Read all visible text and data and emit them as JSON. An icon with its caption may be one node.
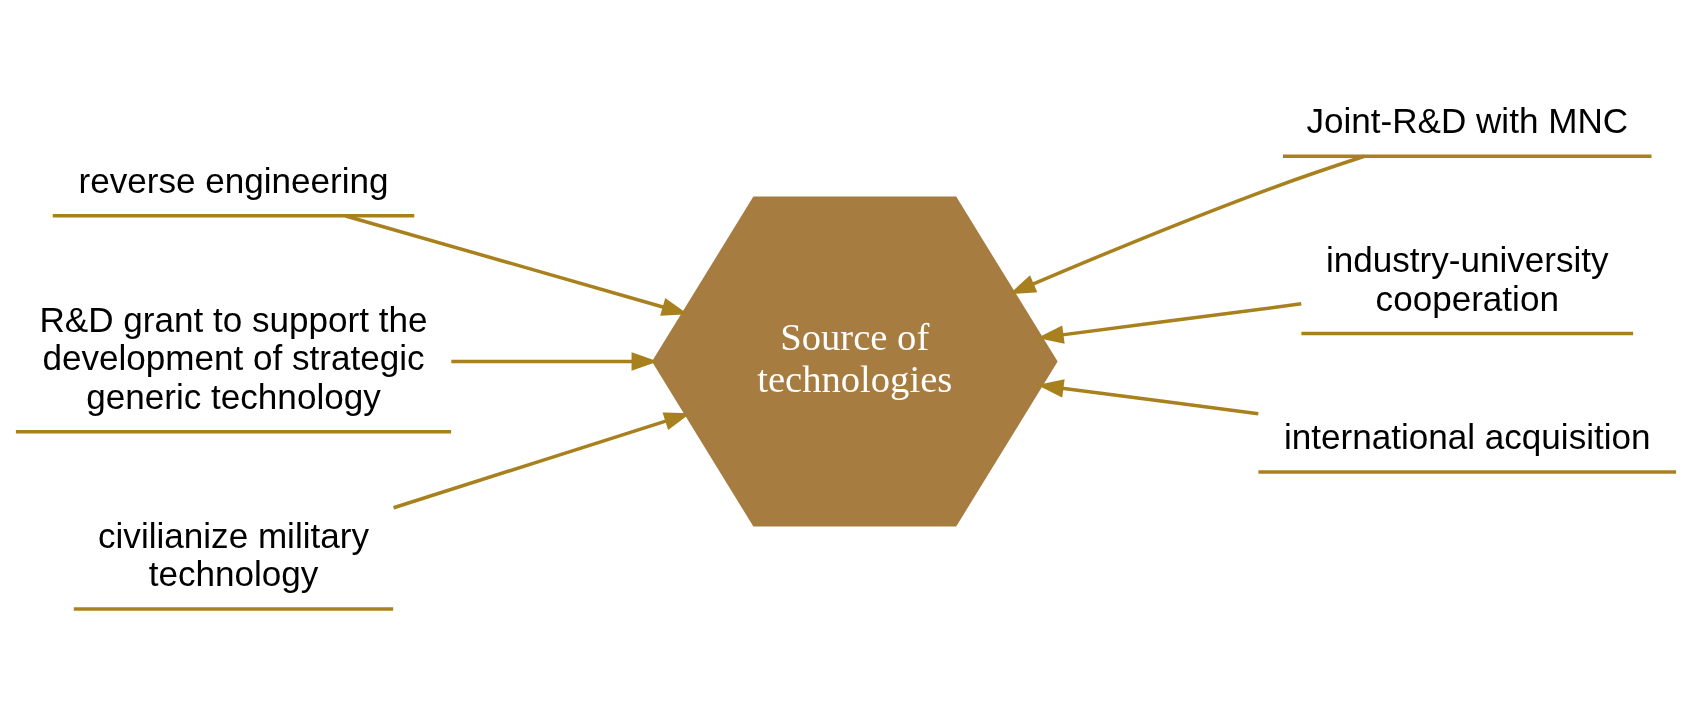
{
  "diagram": {
    "nodes": [
      {
        "text": [
          "Source of technologies"
        ]
      },
      {
        "text": [
          "reverse engineering"
        ]
      },
      {
        "text": [
          "R&D grant to support the development of strategic generic technology"
        ]
      },
      {
        "text": [
          "civilianize military technology"
        ]
      },
      {
        "text": [
          "Joint-R&D with MNC"
        ]
      },
      {
        "text": [
          "industry-university cooperation"
        ]
      },
      {
        "text": [
          "international acquisition"
        ]
      }
    ],
    "edges": [
      {
        "from": 1,
        "to": 0,
        "arrow": "to"
      },
      {
        "from": 4,
        "to": 0,
        "arrow": "to"
      },
      {
        "from": 2,
        "to": 0,
        "arrow": "to"
      },
      {
        "from": 5,
        "to": 0,
        "arrow": "to"
      },
      {
        "from": 3,
        "to": 0,
        "arrow": "to"
      },
      {
        "from": 6,
        "to": 0,
        "arrow": "to"
      }
    ]
  }
}
